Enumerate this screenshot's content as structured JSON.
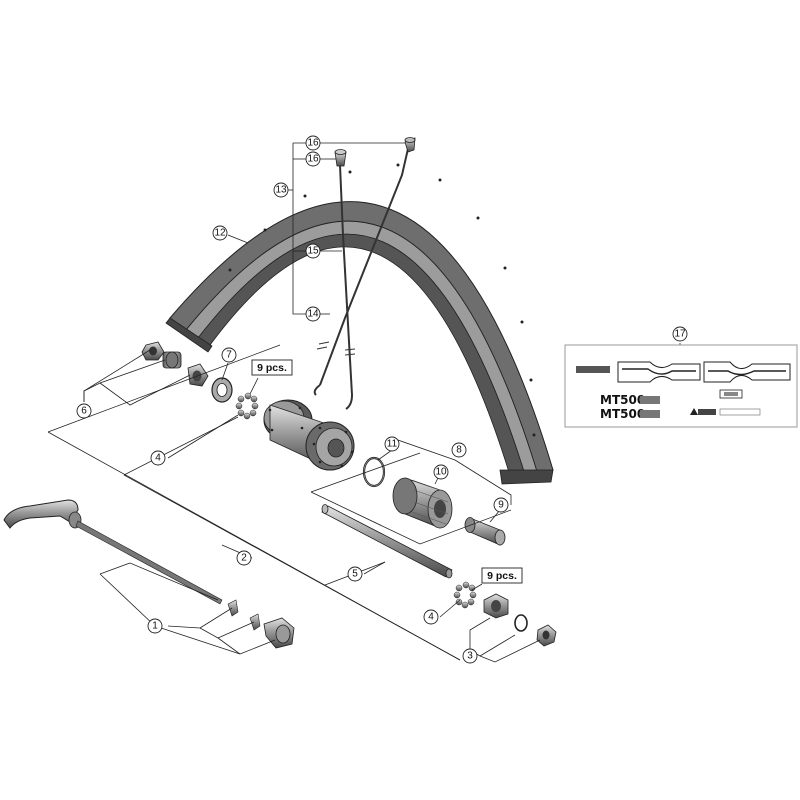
{
  "callouts": {
    "c1": "1",
    "c2": "2",
    "c3": "3",
    "c4a": "4",
    "c4b": "4",
    "c5": "5",
    "c6": "6",
    "c7": "7",
    "c8": "8",
    "c9": "9",
    "c10": "10",
    "c11": "11",
    "c12": "12",
    "c13": "13",
    "c14": "14",
    "c15": "15",
    "c16a": "16",
    "c16b": "16",
    "c17": "17"
  },
  "notes": {
    "ball_count_top": "9 pcs.",
    "ball_count_bottom": "9 pcs."
  },
  "decal": {
    "model_line_1": "MT500",
    "model_line_2": "MT500"
  },
  "colors": {
    "line": "#222222",
    "part_dark": "#555555",
    "part_mid": "#8a8a8a",
    "part_light": "#c8c8c8",
    "decal_border": "#9a9a9a"
  }
}
